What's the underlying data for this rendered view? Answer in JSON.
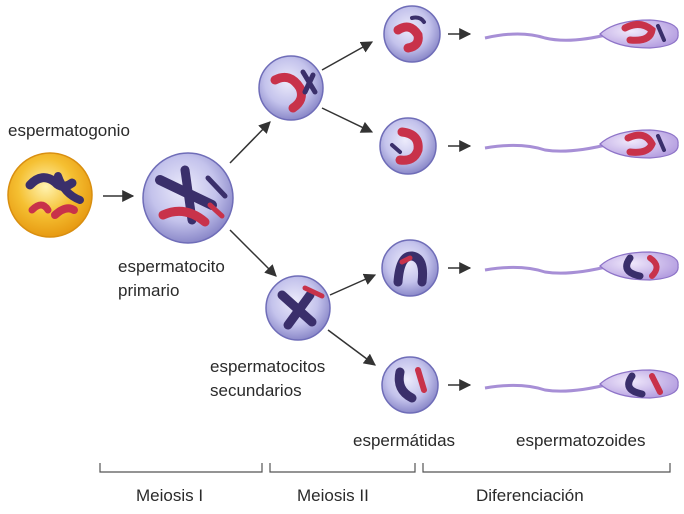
{
  "labels": {
    "spermatogonium": "espermatogonio",
    "primary_line1": "espermatocito",
    "primary_line2": "primario",
    "secondary_line1": "espermatocitos",
    "secondary_line2": "secundarios",
    "spermatids": "espermátidas",
    "spermatozoa": "espermatozoides"
  },
  "phases": {
    "meiosis1": "Meiosis I",
    "meiosis2": "Meiosis II",
    "differentiation": "Diferenciación"
  },
  "colors": {
    "spermatogonium_fill": "#f5b820",
    "cell_fill": "#b9b8e6",
    "chromosome_dark": "#3a2f6b",
    "chromosome_red": "#c8324a",
    "sperm_head": "#c7b2e8",
    "sperm_tail": "#a78fd6",
    "arrow": "#333333"
  }
}
